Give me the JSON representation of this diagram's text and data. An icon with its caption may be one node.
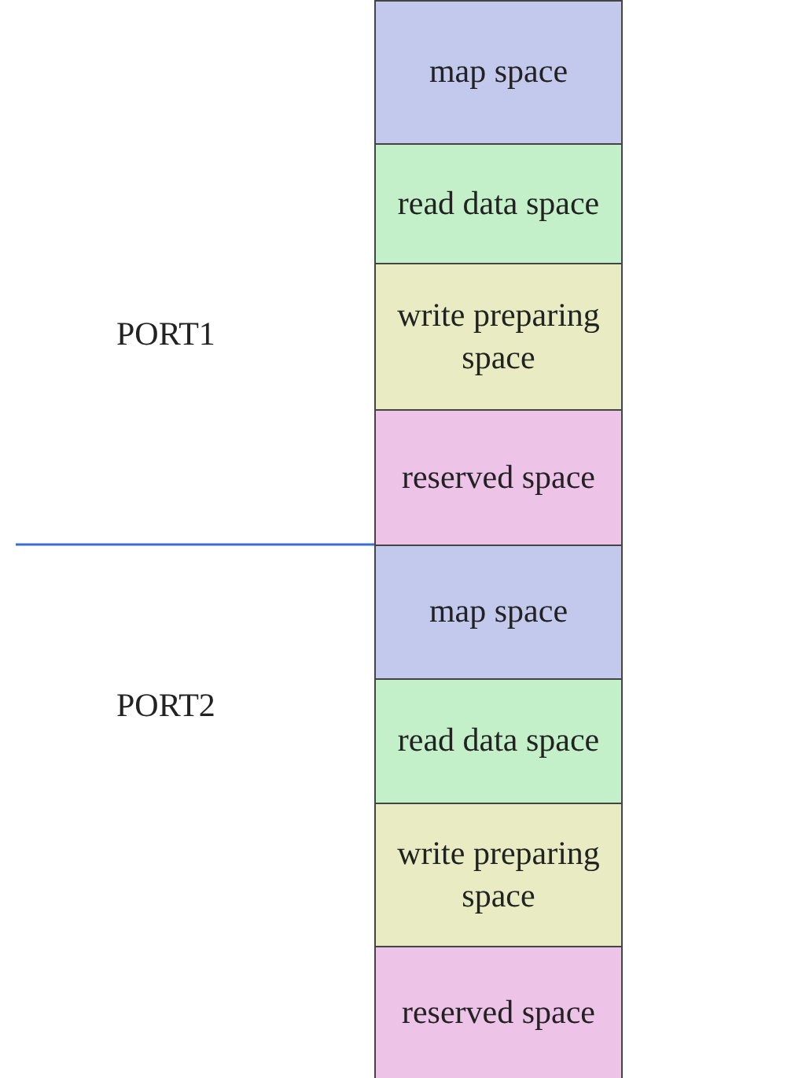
{
  "diagram": {
    "nodes": [
      {
        "text": [
          "map space"
        ]
      },
      {
        "text": [
          "read data space"
        ]
      },
      {
        "text": [
          "write preparing space"
        ]
      },
      {
        "text": [
          "reserved space"
        ]
      },
      {
        "text": [
          "map space"
        ]
      },
      {
        "text": [
          "read data space"
        ]
      },
      {
        "text": [
          "write preparing space"
        ]
      },
      {
        "text": [
          "reserved space"
        ]
      }
    ],
    "labels": [
      "PORT1",
      "PORT2"
    ]
  }
}
